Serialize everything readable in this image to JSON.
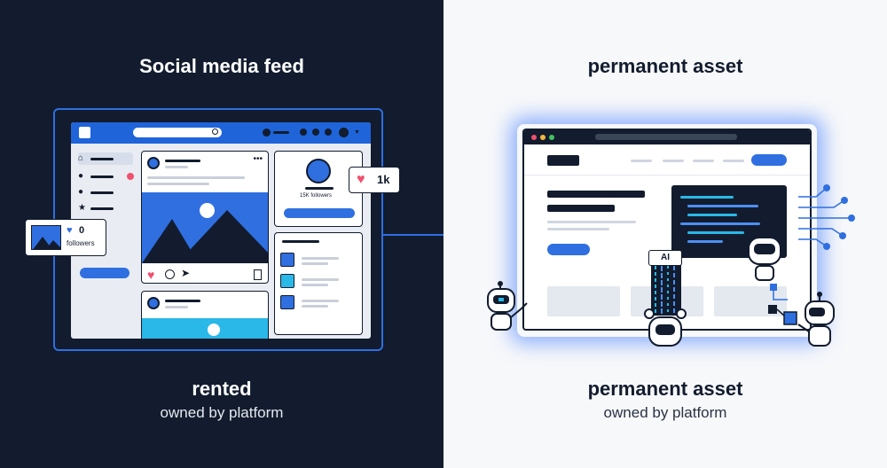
{
  "left": {
    "title": "Social media feed",
    "caption_main": "rented",
    "caption_sub": "owned by platform",
    "like_bubble_count": "1k",
    "profile_followers": "15K followers",
    "followers_bubble_count": "0",
    "followers_bubble_label": "followers"
  },
  "right": {
    "title": "permanent asset",
    "caption_main": "permanent asset",
    "caption_sub": "owned by platform",
    "ai_label": "AI"
  },
  "colors": {
    "dark_bg": "#121c2e",
    "light_bg": "#f7f8fa",
    "accent_blue": "#2f6fe0",
    "heart": "#f0506e",
    "cyan": "#29b8e8"
  }
}
